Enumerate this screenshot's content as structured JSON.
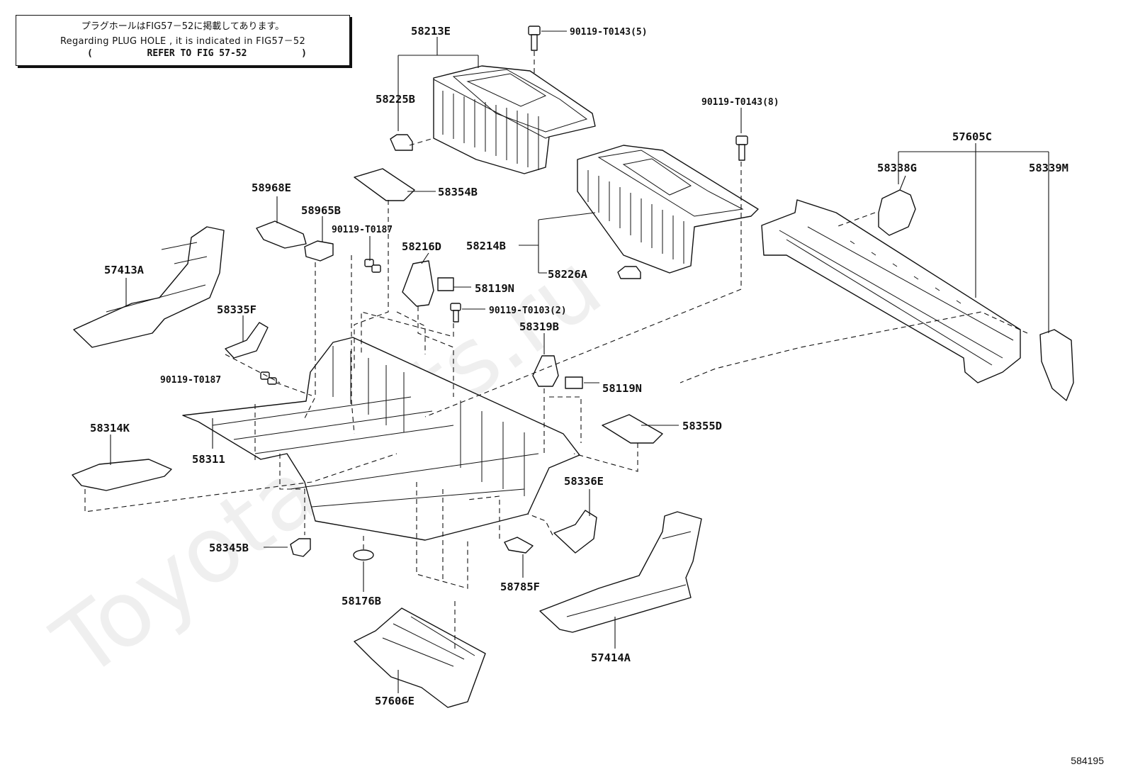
{
  "note": {
    "line1": "プラグホールはFIG57－52に掲載してあります。",
    "line2": "Regarding PLUG HOLE , it is indicated in FIG57－52",
    "open_paren": "(",
    "refer": "REFER TO FIG 57-52",
    "close_paren": ")"
  },
  "watermark": "ToyotaParts.ru",
  "figure_number": "584195",
  "labels": {
    "p58213E": "58213E",
    "p90119_T0143_5": "90119-T0143(5)",
    "p58225B": "58225B",
    "p90119_T0143_8": "90119-T0143(8)",
    "p57605C": "57605C",
    "p58338G": "58338G",
    "p58339M": "58339M",
    "p58968E": "58968E",
    "p58354B": "58354B",
    "p58965B": "58965B",
    "p90119_T0187_a": "90119-T0187",
    "p58216D": "58216D",
    "p58214B": "58214B",
    "p57413A": "57413A",
    "p58119N_a": "58119N",
    "p58226A": "58226A",
    "p90119_T0103_2": "90119-T0103(2)",
    "p58335F": "58335F",
    "p58319B": "58319B",
    "p90119_T0187_b": "90119-T0187",
    "p58119N_b": "58119N",
    "p58314K": "58314K",
    "p58355D": "58355D",
    "p58311": "58311",
    "p58336E": "58336E",
    "p58345B": "58345B",
    "p58785F": "58785F",
    "p58176B": "58176B",
    "p57414A": "57414A",
    "p57606E": "57606E"
  }
}
